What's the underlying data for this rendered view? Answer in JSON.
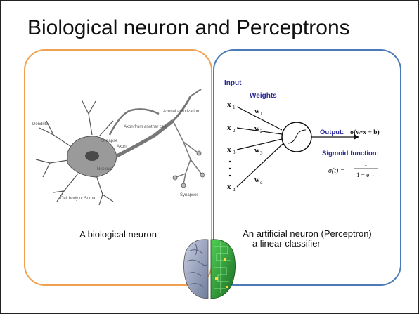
{
  "slide": {
    "title": "Biological neuron and Perceptrons",
    "left": {
      "caption": "A biological neuron",
      "labels": {
        "dendrite": "Dendrite",
        "nucleus": "Nucleus",
        "cell_body": "Cell body or Soma",
        "synapse": "Synapse",
        "axon": "Axon",
        "axon_from_cell": "Axon from another cell",
        "axonal_arborization": "Axonal arborization",
        "synapses": "Synapses"
      }
    },
    "right": {
      "caption_line1": "An artificial neuron (Perceptron)",
      "caption_line2": "- a linear classifier",
      "input_label": "Input",
      "weights_label": "Weights",
      "output_label": "Output:",
      "output_formula": "σ(w·x + b)",
      "sigmoid_label": "Sigmoid function:",
      "sigmoid_lhs": "σ(t) =",
      "sigmoid_num": "1",
      "sigmoid_den": "1 + e⁻ᵗ",
      "inputs": [
        "x",
        "x",
        "x",
        "x"
      ],
      "input_subs": [
        "1",
        "2",
        "3",
        "d"
      ],
      "weights": [
        "w",
        "w",
        "w",
        "w"
      ],
      "weight_subs": [
        "1",
        "2",
        "3",
        "d"
      ]
    }
  },
  "colors": {
    "left_border": "#f0a050",
    "right_border": "#4a7ab8",
    "label_blue": "#2b2b9a",
    "brain_left": "#8f9bb8",
    "brain_right": "#2f9a3a"
  },
  "icons": {
    "brain": "brain-chip-icon"
  }
}
